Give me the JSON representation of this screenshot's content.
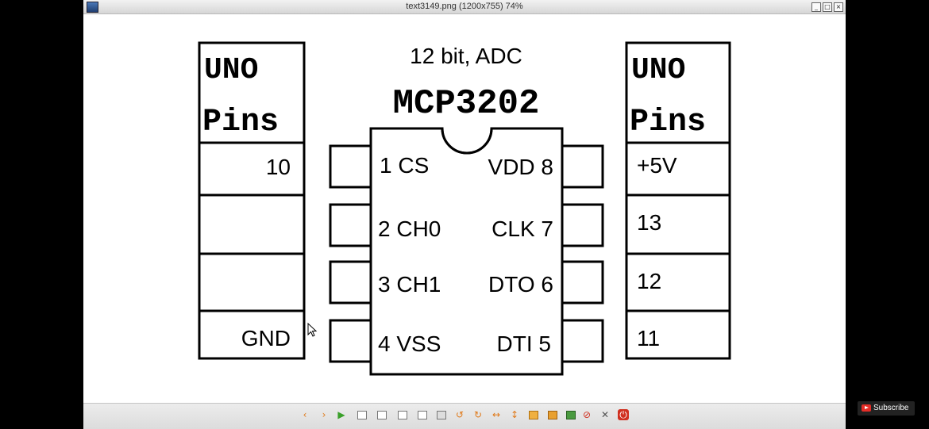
{
  "window": {
    "title": "text3149.png (1200x755) 74%",
    "controls": [
      "_",
      "□",
      "×"
    ]
  },
  "diagram": {
    "subtitle": "12 bit, ADC",
    "chip_name": "MCP3202",
    "left_header": [
      "UNO",
      "Pins"
    ],
    "right_header": [
      "UNO",
      "Pins"
    ],
    "left_pins": [
      "10",
      "",
      "",
      "GND"
    ],
    "right_pins": [
      "+5V",
      "13",
      "12",
      "11"
    ],
    "chip_left_labels": [
      "1 CS",
      "2 CH0",
      "3 CH1",
      "4 VSS"
    ],
    "chip_right_labels": [
      "VDD 8",
      "CLK 7",
      "DTO 6",
      "DTI 5"
    ]
  },
  "toolbar": {
    "icons": [
      "prev-icon",
      "next-icon",
      "play-icon",
      "fit-icon",
      "zoom-in-icon",
      "zoom-out-icon",
      "zoom-100-icon",
      "fullscreen-icon",
      "rotate-left-icon",
      "rotate-right-icon",
      "flip-horizontal-icon",
      "flip-vertical-icon",
      "open-icon",
      "save-icon",
      "image-icon",
      "delete-icon",
      "tools-icon",
      "exit-icon"
    ]
  },
  "overlay": {
    "subscribe_label": "Subscribe"
  },
  "colors": {
    "toolbar_orange": "#e07a1a",
    "toolbar_green": "#3aa02a",
    "toolbar_red": "#d03020",
    "subscribe_red": "#e52d27"
  }
}
